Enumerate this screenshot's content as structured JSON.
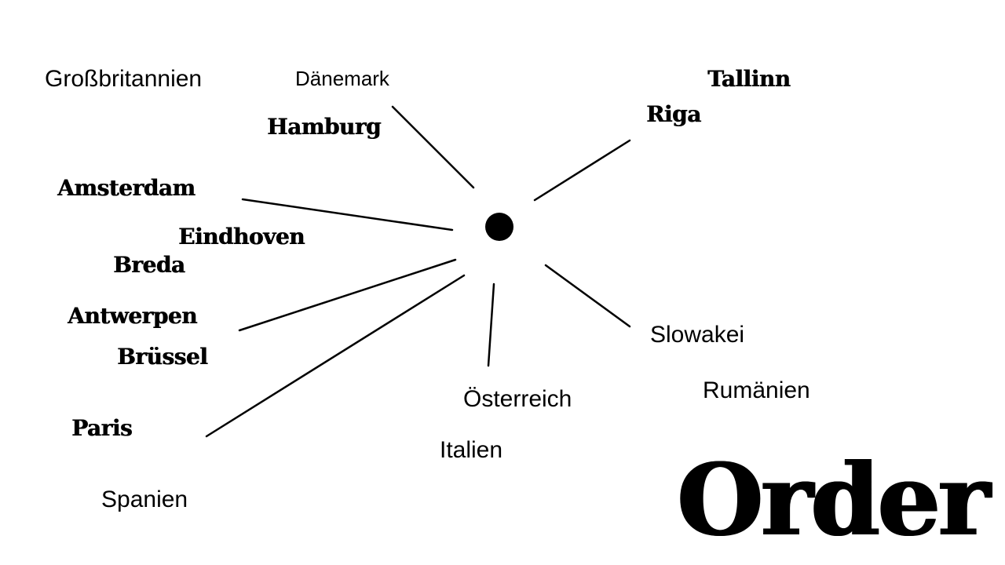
{
  "title": "Order",
  "center": {
    "label": ""
  },
  "labels": {
    "grossbritannien": "Großbritannien",
    "daenemark": "Dänemark",
    "tallinn": "Tallinn",
    "riga": "Riga",
    "hamburg": "Hamburg",
    "amsterdam": "Amsterdam",
    "eindhoven": "Eindhoven",
    "breda": "Breda",
    "antwerpen": "Antwerpen",
    "bruessel": "Brüssel",
    "slowakei": "Slowakei",
    "rumaenien": "Rumänien",
    "oesterreich": "Österreich",
    "paris": "Paris",
    "italien": "Italien",
    "spanien": "Spanien"
  },
  "colors": {
    "background": "#ffffff",
    "ink": "#000000"
  }
}
